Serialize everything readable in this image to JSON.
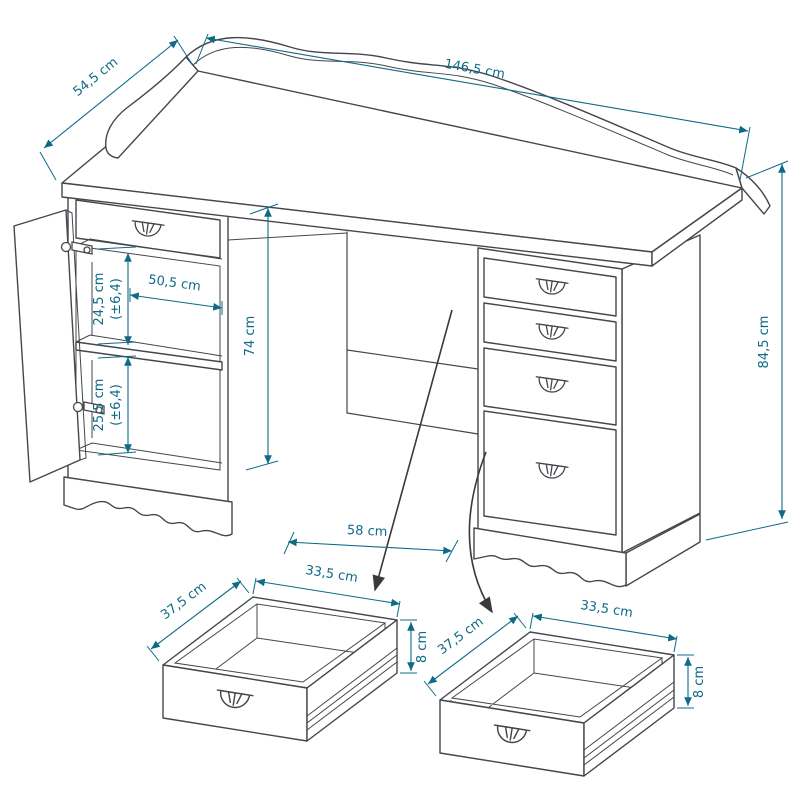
{
  "diagram": {
    "subject": "desk-technical-dimension-drawing",
    "accent_color": "#0e6b87",
    "line_color": "#44474b",
    "icons": {
      "drawer_handle": "cup-pull"
    }
  },
  "dims": {
    "top_width": "146,5 cm",
    "top_depth": "54,5 cm",
    "overall_height": "84,5 cm",
    "desk_height": "74 cm",
    "upper_height": "24,5 cm",
    "upper_tol": "(±6,4)",
    "inner_width": "50,5 cm",
    "lower_height": "25,5 cm",
    "lower_tol": "(±6,4)",
    "knee_width": "58 cm",
    "drawer_left": {
      "depth": "37,5 cm",
      "width": "33,5 cm",
      "height": "8 cm"
    },
    "drawer_right": {
      "depth": "37,5 cm",
      "width": "33,5 cm",
      "height": "8 cm"
    }
  }
}
